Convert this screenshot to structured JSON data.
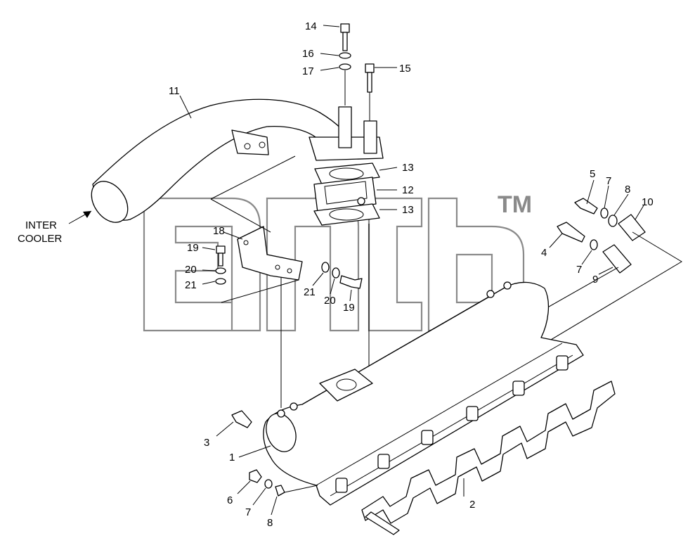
{
  "labels": {
    "l1": "1",
    "l2": "2",
    "l3": "3",
    "l4": "4",
    "l5": "5",
    "l6": "6",
    "l7a": "7",
    "l7b": "7",
    "l7c": "7",
    "l8a": "8",
    "l8b": "8",
    "l9": "9",
    "l10": "10",
    "l11": "11",
    "l12": "12",
    "l13a": "13",
    "l13b": "13",
    "l14": "14",
    "l15": "15",
    "l16": "16",
    "l17": "17",
    "l18": "18",
    "l19a": "19",
    "l19b": "19",
    "l20a": "20",
    "l20b": "20",
    "l21a": "21",
    "l21b": "21"
  },
  "callout": {
    "line1": "INTER",
    "line2": "COOLER"
  },
  "watermark": {
    "trademark": "TM"
  }
}
